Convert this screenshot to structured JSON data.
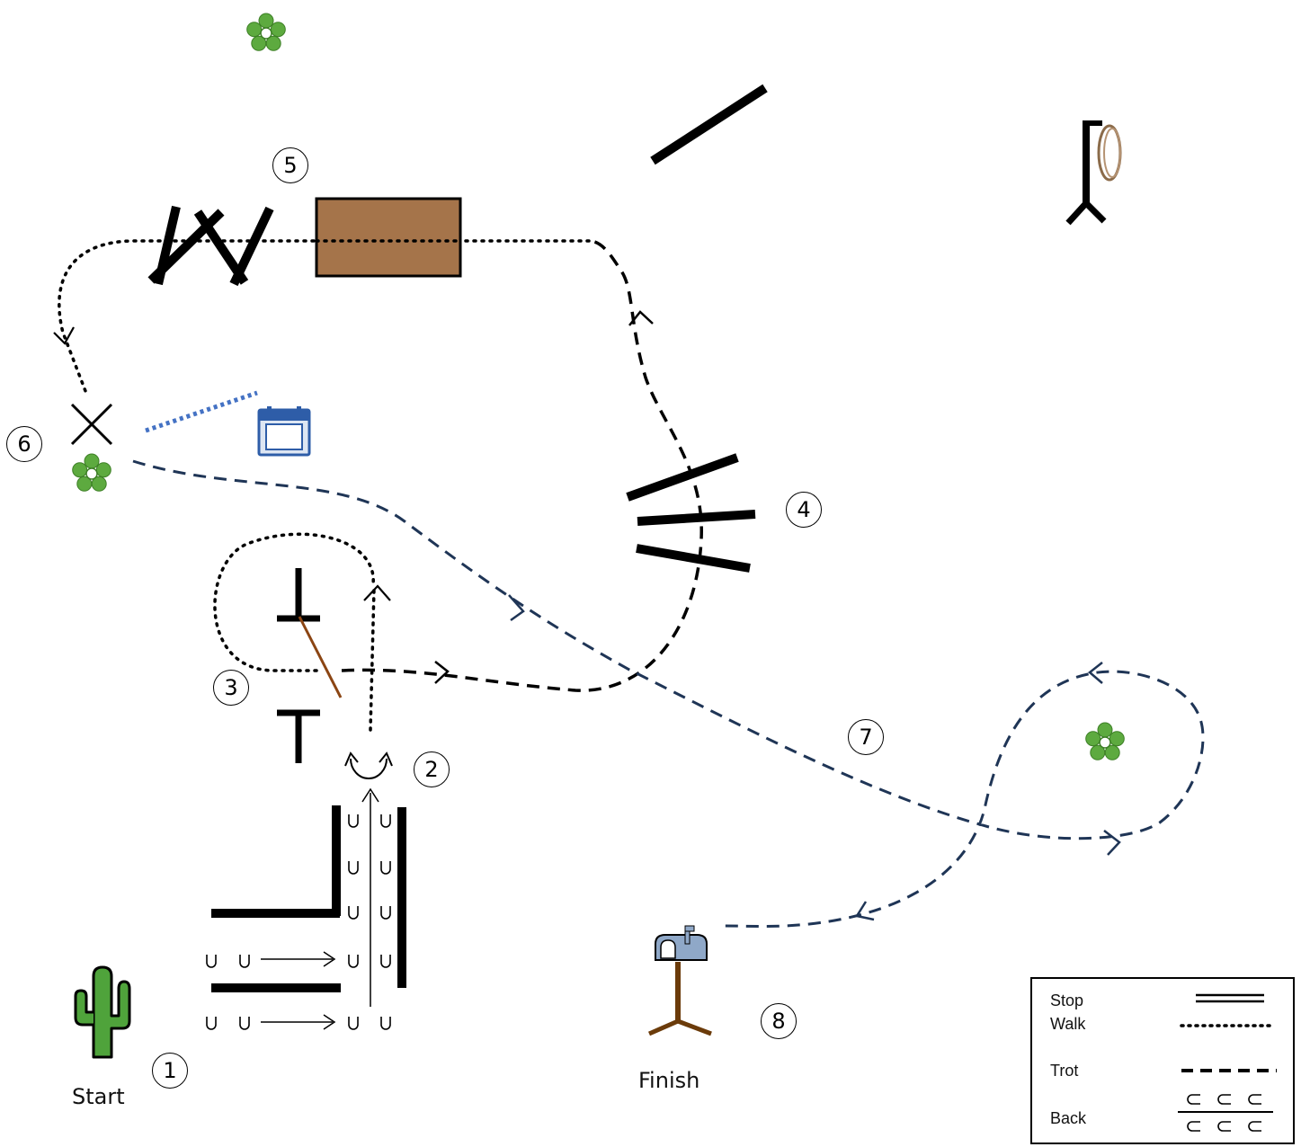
{
  "labels": {
    "start": "Start",
    "finish": "Finish"
  },
  "stations": [
    "1",
    "2",
    "3",
    "4",
    "5",
    "6",
    "7",
    "8"
  ],
  "legend": {
    "stop": "Stop",
    "walk": "Walk",
    "trot": "Trot",
    "back": "Back"
  },
  "colors": {
    "walk_path": "#000000",
    "trot_path": "#000000",
    "trot_path_loop": "#1f3556",
    "poles": "#000000",
    "bridge_fill": "#a5744a",
    "gate_rope": "#8b4513",
    "flower_green": "#5daa3f",
    "cactus_green": "#4fa33b",
    "mailbox_blue": "#8fa8c8",
    "mailbox_post": "#6b3b0a",
    "box_blue": "#2e5da8",
    "dotted_blue": "#4472c4",
    "rope": "#8b6b4a"
  },
  "icons": [
    "flower-icon",
    "cactus-icon",
    "mailbox-icon",
    "rope-hook-icon",
    "box-icon",
    "horseshoe-icon",
    "x-mark-icon"
  ]
}
